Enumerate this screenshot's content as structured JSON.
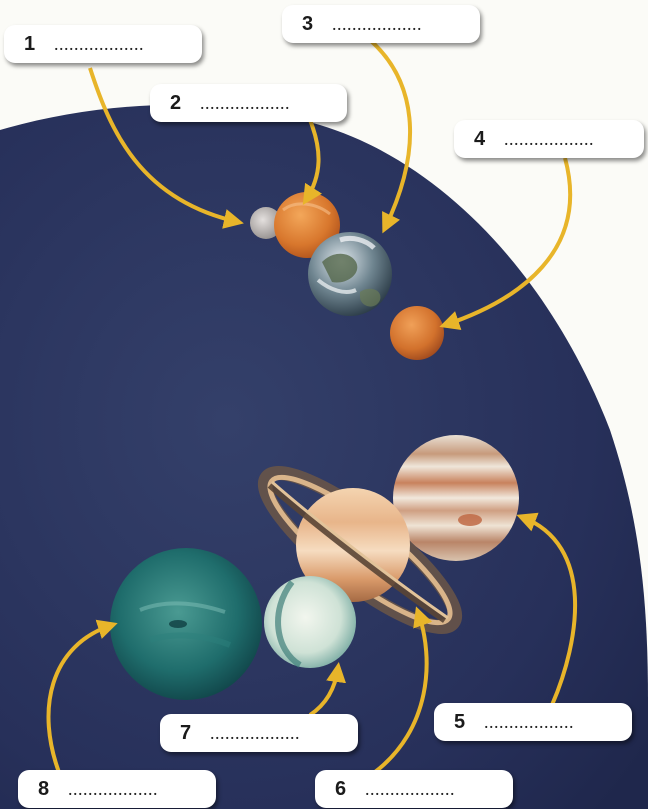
{
  "labels": [
    {
      "number": "1",
      "blank": ".................."
    },
    {
      "number": "2",
      "blank": ".................."
    },
    {
      "number": "3",
      "blank": ".................."
    },
    {
      "number": "4",
      "blank": ".................."
    },
    {
      "number": "5",
      "blank": ".................."
    },
    {
      "number": "6",
      "blank": ".................."
    },
    {
      "number": "7",
      "blank": ".................."
    },
    {
      "number": "8",
      "blank": ".................."
    }
  ],
  "colors": {
    "space": "#27305a",
    "arrow": "#e8b52a",
    "label_bg": "#ffffff"
  }
}
